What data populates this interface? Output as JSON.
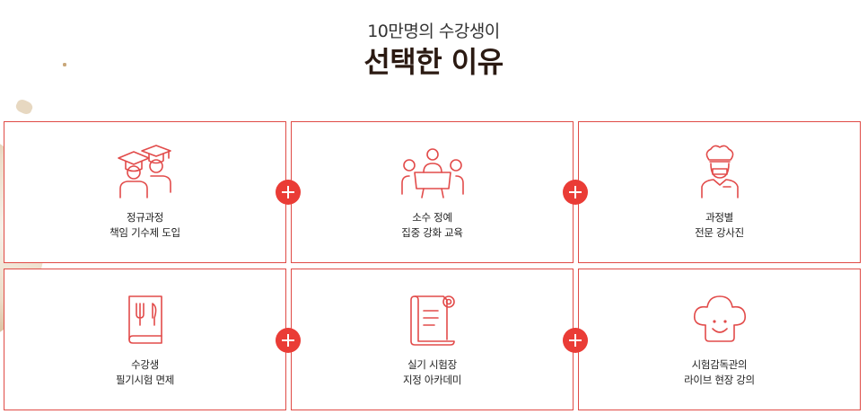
{
  "header": {
    "subtitle": "10만명의 수강생이",
    "title": "선택한 이유"
  },
  "colors": {
    "accent": "#e24b4a",
    "plus_badge": "#ea3c36",
    "title": "#2b1a12"
  },
  "cards": [
    {
      "icon": "graduates-icon",
      "line1": "정규과정",
      "line2": "책임 기수제 도입"
    },
    {
      "icon": "small-class-icon",
      "line1": "소수 정예",
      "line2": "집중 강화 교육"
    },
    {
      "icon": "chef-instructor-icon",
      "line1": "과정별",
      "line2": "전문 강사진"
    },
    {
      "icon": "recipe-book-icon",
      "line1": "수강생",
      "line2": "필기시험 면제"
    },
    {
      "icon": "certificate-icon",
      "line1": "실기 시험장",
      "line2": "지정 아카데미"
    },
    {
      "icon": "chef-hat-icon",
      "line1": "시험감독관의",
      "line2": "라이브 현장 강의"
    }
  ]
}
